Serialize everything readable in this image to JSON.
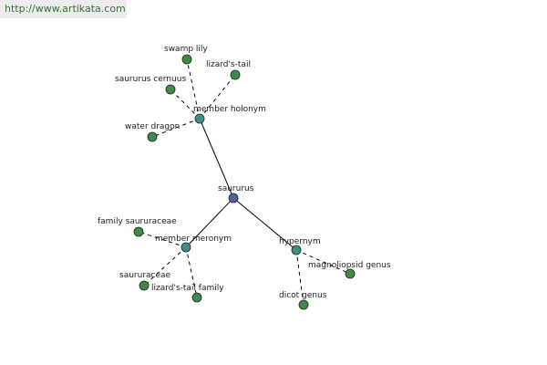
{
  "header": {
    "url": "http://www.artikata.com"
  },
  "colors": {
    "root": "#4d5fa8",
    "relation": "#3f8c8c",
    "leaf": "#3f8a44",
    "edge": "#000000"
  },
  "graph": {
    "root": {
      "id": "saururus",
      "label": "saururus"
    },
    "relations": [
      {
        "id": "member-holonym",
        "label": "member holonym",
        "leaves": [
          {
            "id": "swamp-lily",
            "label": "swamp lily"
          },
          {
            "id": "lizards-tail",
            "label": "lizard's-tail"
          },
          {
            "id": "saururus-cernuus",
            "label": "saururus cernuus"
          },
          {
            "id": "water-dragon",
            "label": "water dragon"
          }
        ]
      },
      {
        "id": "member-meronym",
        "label": "member meronym",
        "leaves": [
          {
            "id": "family-saururaceae",
            "label": "family saururaceae"
          },
          {
            "id": "saururaceae",
            "label": "saururaceae"
          },
          {
            "id": "lizards-tail-family",
            "label": "lizard's-tail family"
          }
        ]
      },
      {
        "id": "hypernym",
        "label": "hypernym",
        "leaves": [
          {
            "id": "magnoliopsid-genus",
            "label": "magnoliopsid genus"
          },
          {
            "id": "dicot-genus",
            "label": "dicot genus"
          }
        ]
      }
    ]
  }
}
